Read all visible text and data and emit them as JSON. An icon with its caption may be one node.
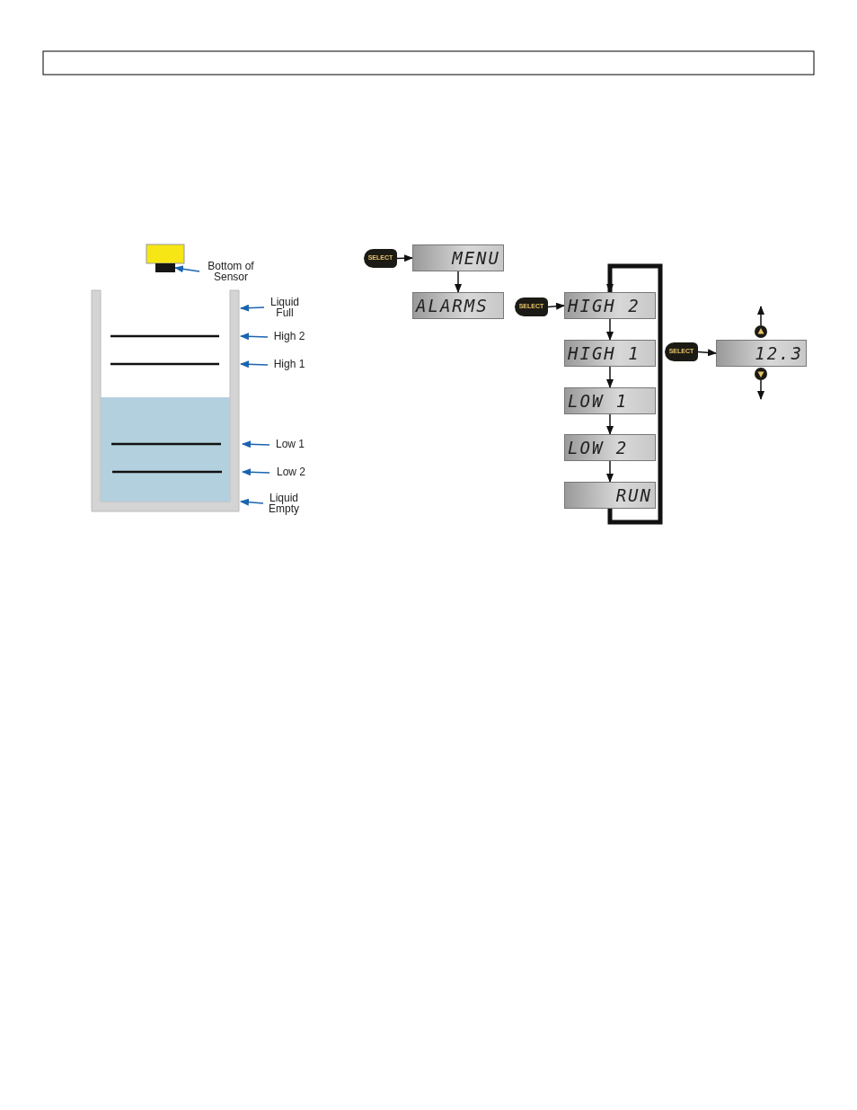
{
  "diagram": {
    "nodes": [
      {
        "text": [
          "Bottom of Sensor"
        ]
      },
      {
        "text": [],
        "shape": "box"
      },
      {
        "text": [
          "Liquid Full"
        ]
      },
      {
        "text": [
          "High 2"
        ]
      },
      {
        "text": [
          "High 1"
        ]
      },
      {
        "text": [
          "Low 1"
        ]
      },
      {
        "text": [
          "Low 2"
        ]
      },
      {
        "text": [
          "Liquid Empty"
        ]
      },
      {
        "text": [
          "SELECT"
        ]
      },
      {
        "text": [
          "MENU"
        ]
      },
      {
        "text": [
          "ALARMS"
        ]
      },
      {
        "text": [
          "SELECT"
        ]
      },
      {
        "text": [
          "HIGH 2"
        ]
      },
      {
        "text": [
          "HIGH 1"
        ]
      },
      {
        "text": [
          "LOW 1"
        ]
      },
      {
        "text": [
          "LOW 2"
        ]
      },
      {
        "text": [
          "RUN"
        ]
      },
      {
        "text": [
          "SELECT"
        ]
      },
      {
        "text": [
          "12.3"
        ]
      },
      {
        "text": [],
        "shape": "circle"
      },
      {
        "text": [],
        "shape": "circle"
      },
      {
        "text": [],
        "shape": "tank"
      }
    ],
    "edges": [
      {
        "from": 0,
        "to": 1,
        "arrow": "to",
        "color": "#1a64b0"
      },
      {
        "from": 2,
        "to": 21,
        "arrow": "to",
        "color": "#1a64b0"
      },
      {
        "from": 3,
        "to": 21,
        "arrow": "to",
        "color": "#1a64b0"
      },
      {
        "from": 4,
        "to": 21,
        "arrow": "to",
        "color": "#1a64b0"
      },
      {
        "from": 5,
        "to": 21,
        "arrow": "to",
        "color": "#1a64b0"
      },
      {
        "from": 6,
        "to": 21,
        "arrow": "to",
        "color": "#1a64b0"
      },
      {
        "from": 7,
        "to": 21,
        "arrow": "to",
        "color": "#1a64b0"
      },
      {
        "from": 8,
        "to": 9,
        "arrow": "to"
      },
      {
        "from": 9,
        "to": 10,
        "arrow": "to"
      },
      {
        "from": 11,
        "to": 12,
        "arrow": "to"
      },
      {
        "from": 12,
        "to": 13,
        "arrow": "to"
      },
      {
        "from": 13,
        "to": 14,
        "arrow": "to"
      },
      {
        "from": 14,
        "to": 15,
        "arrow": "to"
      },
      {
        "from": 15,
        "to": 16,
        "arrow": "to"
      },
      {
        "from": 16,
        "to": 12,
        "arrow": "to",
        "style": "thick"
      },
      {
        "from": 17,
        "to": 18,
        "arrow": "to"
      },
      {
        "from": 19,
        "to": null,
        "arrow": "to"
      },
      {
        "from": 20,
        "to": null,
        "arrow": "to"
      }
    ]
  }
}
